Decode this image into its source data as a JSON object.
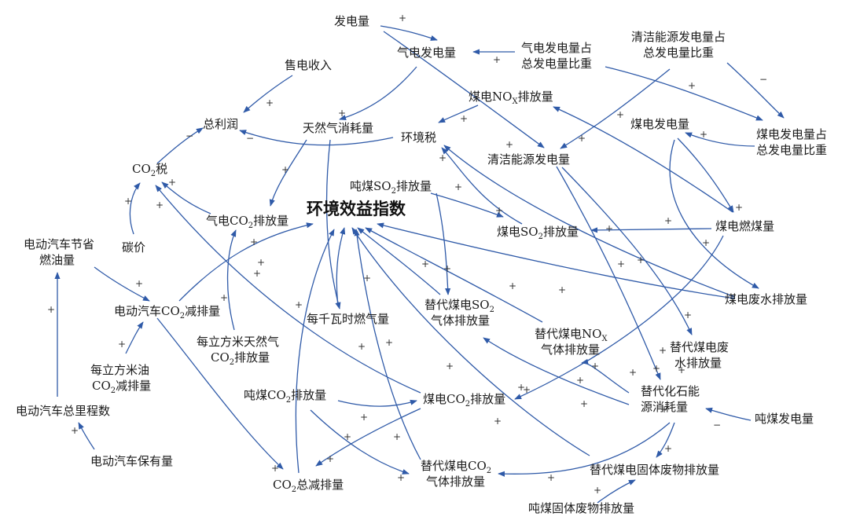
{
  "colors": {
    "arrow": "#2f5aa8",
    "text": "#1a1a1a"
  },
  "title": "环境效益指数",
  "nodes": {
    "fadianliang": "发电量",
    "qidian_fadianliang": "气电发电量",
    "qidian_zhanbi": [
      "气电发电量占",
      "总发电量比重"
    ],
    "qingjie_zhanbi": [
      "清洁能源发电量占",
      "总发电量比重"
    ],
    "shoudian_shouru": "售电收入",
    "zonglirun": "总利润",
    "tianranqi": "天然气消耗量",
    "meidian_nox": {
      "a": "煤电NO",
      "sub": "X",
      "b": "排放量"
    },
    "huanjingshui": "环境税",
    "meidian_fadianliang": "煤电发电量",
    "meidian_zhanbi": [
      "煤电发电量占",
      "总发电量比重"
    ],
    "qingjie_fadian": "清洁能源发电量",
    "co2shui": {
      "a": "CO",
      "sub": "2",
      "b": "税"
    },
    "dunmei_so2": {
      "a": "吨煤SO",
      "sub": "2",
      "b": "排放量"
    },
    "qidian_co2": {
      "a": "气电CO",
      "sub": "2",
      "b": "排放量"
    },
    "meidian_so2": {
      "a": "煤电SO",
      "sub": "2",
      "b": "排放量"
    },
    "meidian_ranmei": "煤电燃煤量",
    "tanjia": "碳价",
    "ev_jieshengyou": [
      "电动汽车节省",
      "燃油量"
    ],
    "ev_co2jianpai": {
      "a": "电动汽车CO",
      "sub": "2",
      "b": "减排量"
    },
    "meiqianwa_qi": "每千瓦时燃气量",
    "tidai_so2": {
      "l1": "替代煤电SO",
      "sub": "2",
      "l2": "气体排放量"
    },
    "meidian_feishui": "煤电废水排放量",
    "tidai_nox": {
      "l1": "替代煤电NO",
      "sub": "X",
      "l2": "气体排放量"
    },
    "meilifang_tianranqi": {
      "l1": "每立方米天然气",
      "a": "CO",
      "sub": "2",
      "b": "排放量"
    },
    "tidai_feishui": [
      "替代煤电废",
      "水排放量"
    ],
    "meilifang_you": {
      "l1": "每立方米油",
      "a": "CO",
      "sub": "2",
      "b": "减排量"
    },
    "dunmei_co2": {
      "a": "吨煤CO",
      "sub": "2",
      "b": "排放量"
    },
    "meidian_co2": {
      "a": "煤电CO",
      "sub": "2",
      "b": "排放量"
    },
    "tidai_huashi": [
      "替代化石能",
      "源消耗量"
    ],
    "ev_licheng": "电动汽车总里程数",
    "dunmei_fadian": "吨煤发电量",
    "ev_baoyou": "电动汽车保有量",
    "tidai_guti": "替代煤电固体废物排放量",
    "co2_zongjianpai": {
      "a": "CO",
      "sub": "2",
      "b": "总减排量"
    },
    "tidai_co2": {
      "l1": "替代煤电CO",
      "sub": "2",
      "l2": "气体排放量"
    },
    "dunmei_guti": "吨煤固体废物排放量"
  },
  "signs": [
    "+",
    "+",
    "+",
    "+",
    "−",
    "+",
    "−",
    "+",
    "−",
    "+",
    "+",
    "+",
    "+",
    "+",
    "+",
    "+",
    "+",
    "+",
    "+",
    "+",
    "+",
    "+",
    "+",
    "+",
    "+",
    "+",
    "+",
    "+",
    "+",
    "+",
    "+",
    "+",
    "+",
    "+",
    "+",
    "+",
    "+",
    "+",
    "+",
    "+",
    "+",
    "+",
    "+",
    "+",
    "+",
    "+",
    "+",
    "+",
    "+",
    "+",
    "+",
    "+",
    "+",
    "+",
    "+",
    "+",
    "+",
    "+",
    "−",
    "+",
    "+",
    "+",
    "+",
    "+",
    "+"
  ]
}
